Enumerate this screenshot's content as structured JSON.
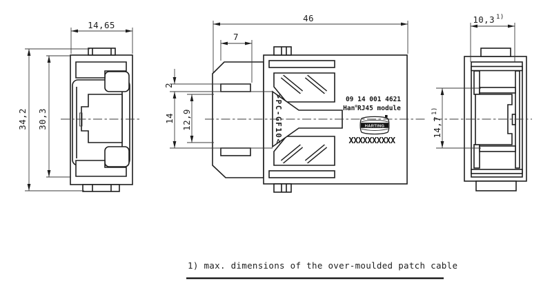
{
  "drawing": {
    "dims": {
      "front_width": "14,65",
      "front_height_overall": "34,2",
      "front_height_body": "30,3",
      "side_length": "46",
      "side_plug_depth": "7",
      "latch_offset": "2",
      "plug_height": "14",
      "plug_opening": "12,9",
      "rear_width": "10,3",
      "rear_width_note": "1)",
      "rear_opening": "14,7",
      "rear_opening_note": "1)"
    },
    "marking": {
      "part_number": "09 14 001 4621",
      "name_pre": "Han",
      "name_reg": "®",
      "name_post": "RJ45 module",
      "serial": "XXXXXXXXXX",
      "material": ">PC-GF10<",
      "logo_text": "HARTING"
    },
    "footnote": "1) max. dimensions of the over-moulded patch cable"
  }
}
